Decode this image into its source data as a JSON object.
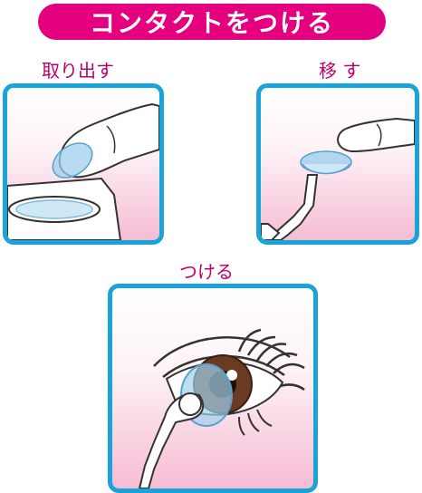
{
  "title": "コンタクトをつける",
  "steps": [
    {
      "label": "取り出す"
    },
    {
      "label": "移 す"
    },
    {
      "label": "つける"
    }
  ],
  "colors": {
    "banner": "#e4007f",
    "label": "#c0006a",
    "panel_border": "#1aa3d9",
    "panel_gradient_bottom": "#f6bcd3",
    "lens": "#9fd0ec",
    "iris": "#6b3a22"
  }
}
